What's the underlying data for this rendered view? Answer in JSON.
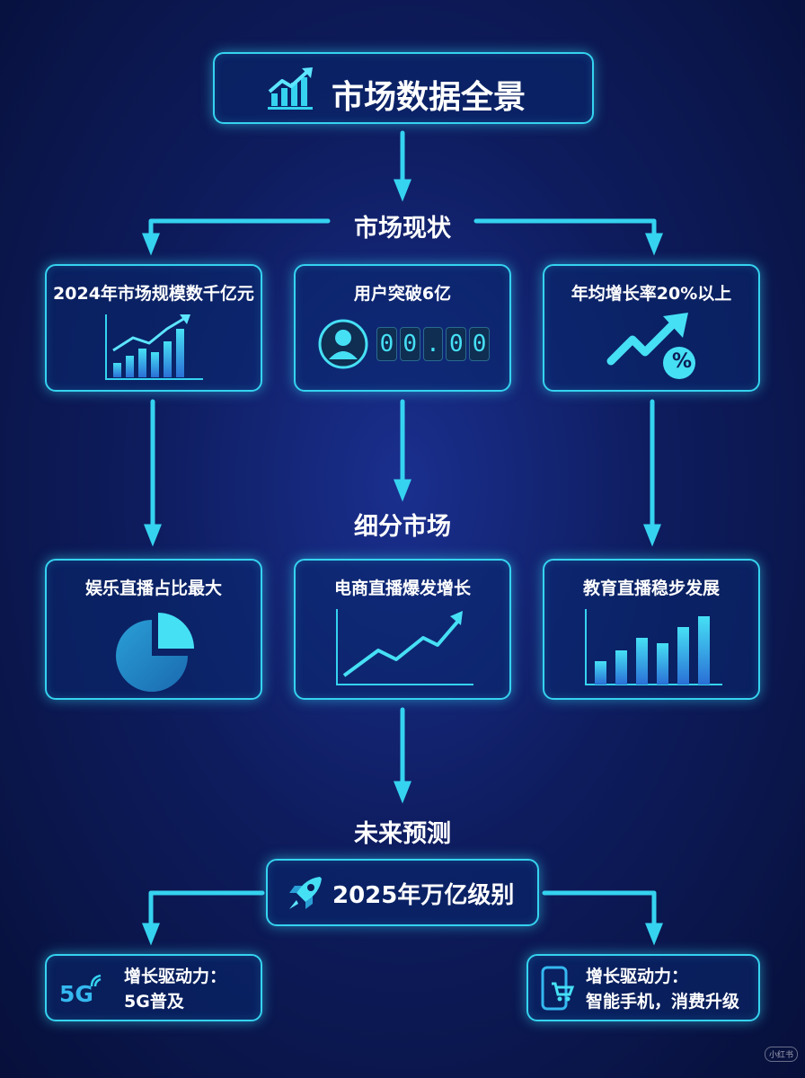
{
  "title": "市场数据全景",
  "sections": {
    "status": "市场现状",
    "segments": "细分市场",
    "forecast": "未来预测"
  },
  "status_cards": [
    {
      "label": "2024年市场规模数千亿元",
      "icon": "bar-chart-icon"
    },
    {
      "label": "用户突破6亿",
      "icon": "user-icon",
      "counter_digits": [
        "0",
        "0",
        ".",
        "0",
        "0"
      ]
    },
    {
      "label": "年均增长率20%以上",
      "icon": "trend-percent-icon",
      "badge": "%"
    }
  ],
  "segment_cards": [
    {
      "label": "娱乐直播占比最大",
      "icon": "pie-chart-icon"
    },
    {
      "label": "电商直播爆发增长",
      "icon": "line-chart-icon"
    },
    {
      "label": "教育直播稳步发展",
      "icon": "bar-chart-icon"
    }
  ],
  "forecast_main": {
    "label": "2025年万亿级别",
    "icon": "rocket-icon"
  },
  "drivers": [
    {
      "icon": "5g-icon",
      "icon_text": "5G",
      "line1": "增长驱动力：",
      "line2": "5G普及"
    },
    {
      "icon": "phone-cart-icon",
      "line1": "增长驱动力：",
      "line2": "智能手机，消费升级"
    }
  ],
  "watermark": "小红书",
  "colors": {
    "accent": "#35d3f0",
    "background": "#0e1c5e",
    "text": "#ffffff"
  }
}
